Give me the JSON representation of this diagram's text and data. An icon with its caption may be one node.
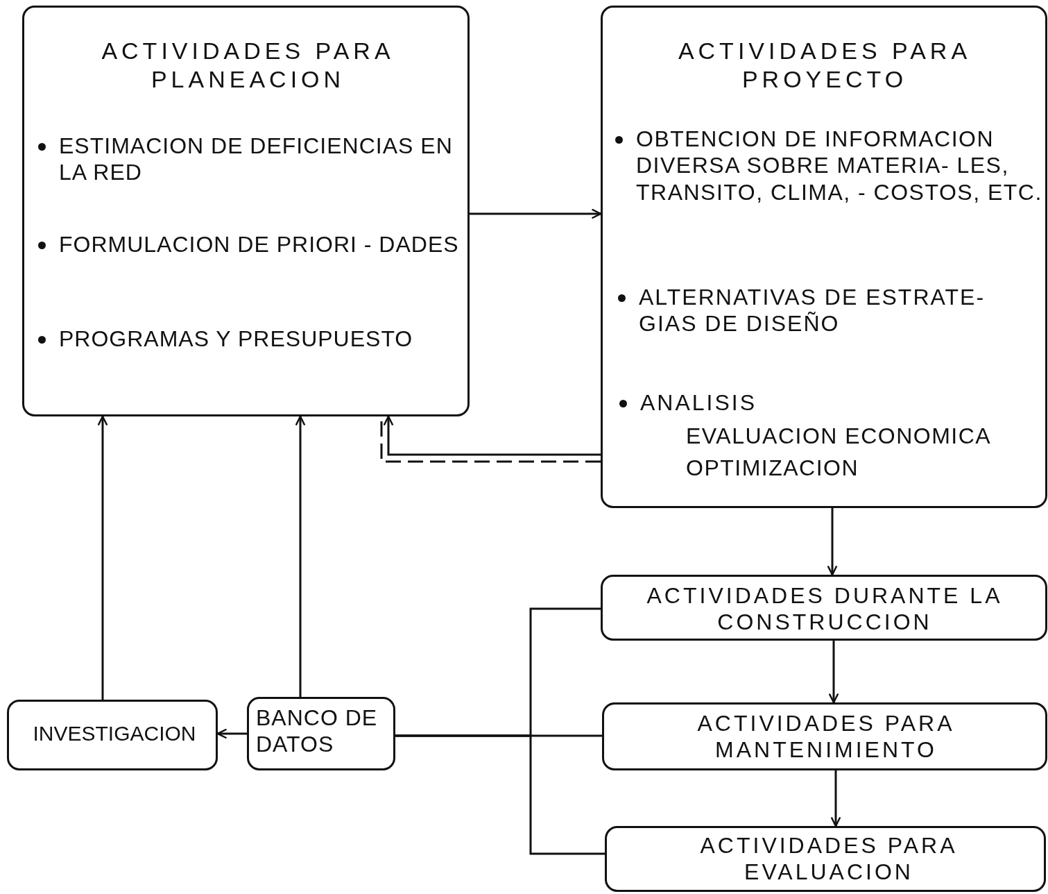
{
  "diagram": {
    "nodes": [
      {
        "text": [
          "ACTIVIDADES PARA PLANEACION",
          "ESTIMACION DE DEFICIENCIAS EN LA RED",
          "FORMULACION DE PRIORI - DADES",
          "PROGRAMAS Y PRESUPUESTO"
        ]
      },
      {
        "text": [
          "ACTIVIDADES PARA PROYECTO",
          "OBTENCION DE INFORMACION DIVERSA SOBRE MATERIA- LES, TRANSITO, CLIMA, - COSTOS, ETC.",
          "ALTERNATIVAS DE ESTRATE- GIAS DE DISEÑO",
          "ANALISIS",
          "EVALUACION ECONOMICA",
          "OPTIMIZACION"
        ]
      },
      {
        "text": [
          "ACTIVIDADES DURANTE LA CONSTRUCCION"
        ]
      },
      {
        "text": [
          "ACTIVIDADES PARA MANTENIMIENTO"
        ]
      },
      {
        "text": [
          "ACTIVIDADES PARA EVALUACION"
        ]
      },
      {
        "text": [
          "INVESTIGACION"
        ]
      },
      {
        "text": [
          "BANCO DE DATOS"
        ]
      }
    ],
    "edges": [
      {
        "from": 0,
        "to": 1,
        "arrow": "to"
      },
      {
        "from": 1,
        "to": 0,
        "arrow": "to"
      },
      {
        "from": 1,
        "to": 0,
        "arrow": "none",
        "style": "dashed"
      },
      {
        "from": 1,
        "to": 2,
        "arrow": "to"
      },
      {
        "from": 2,
        "to": 3,
        "arrow": "to"
      },
      {
        "from": 3,
        "to": 4,
        "arrow": "to"
      },
      {
        "from": 2,
        "to": 6,
        "arrow": "none"
      },
      {
        "from": 3,
        "to": 6,
        "arrow": "none"
      },
      {
        "from": 4,
        "to": 6,
        "arrow": "none"
      },
      {
        "from": 6,
        "to": 5,
        "arrow": "to"
      },
      {
        "from": 5,
        "to": 0,
        "arrow": "to"
      },
      {
        "from": 6,
        "to": 0,
        "arrow": "to"
      }
    ]
  }
}
